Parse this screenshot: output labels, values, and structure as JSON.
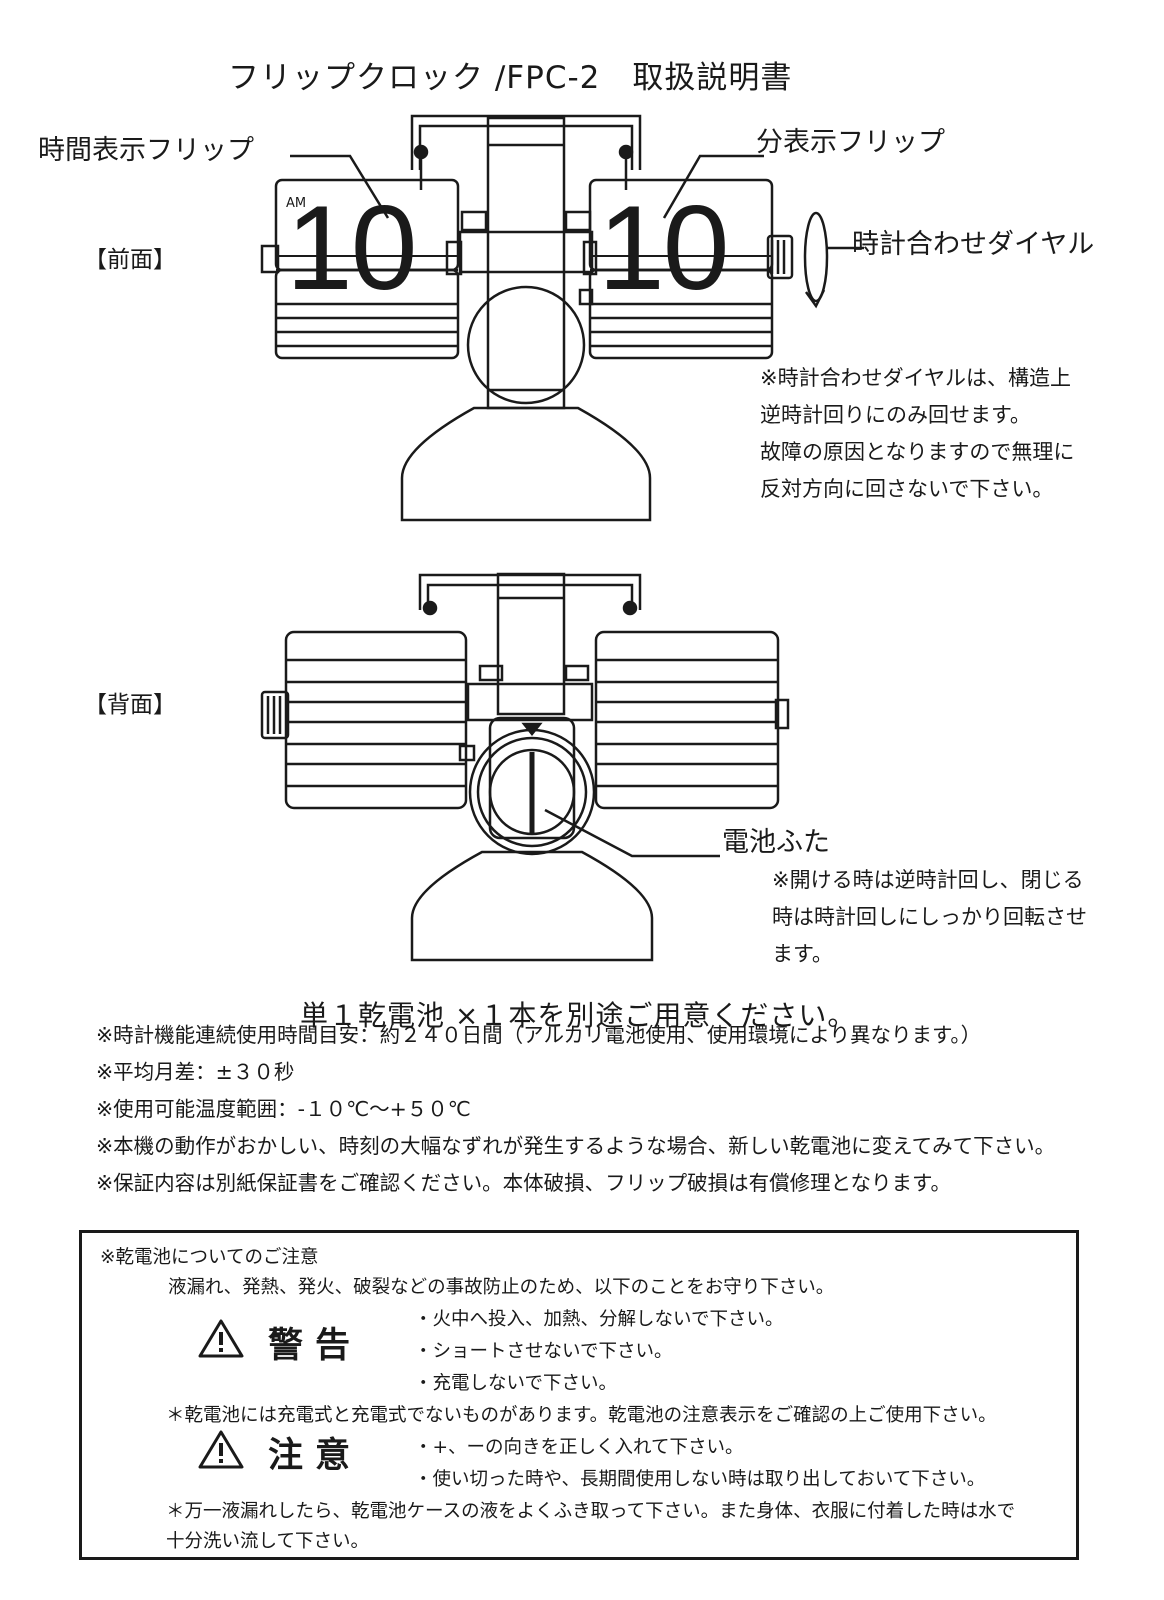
{
  "title": "フリップクロック /FPC-2　取扱説明書",
  "front": {
    "section_label": "【前面】",
    "hour_flip_label": "時間表示フリップ",
    "minute_flip_label": "分表示フリップ",
    "dial_label": "時計合わせダイヤル",
    "am_text": "AM",
    "hour_digits": "10",
    "minute_digits": "10",
    "note_lines": [
      "※時計合わせダイヤルは、構造上",
      "逆時計回りにのみ回せます。",
      "故障の原因となりますので無理に",
      "反対方向に回さないで下さい。"
    ]
  },
  "back": {
    "section_label": "【背面】",
    "battery_cover_label": "電池ふた",
    "note_lines": [
      "※開ける時は逆時計回し、閉じる",
      "時は時計回しにしっかり回転させ",
      "ます。"
    ]
  },
  "battery_line": "単１乾電池 ×１本を別途ご用意ください。",
  "specs": [
    "※時計機能連続使用時間目安：約２４０日間（アルカリ電池使用、使用環境により異なります。）",
    "※平均月差：±３０秒",
    "※使用可能温度範囲：-１０℃～+５０℃",
    "※本機の動作がおかしい、時刻の大幅なずれが発生するような場合、新しい乾電池に変えてみて下さい。",
    "※保証内容は別紙保証書をご確認ください。本体破損、フリップ破損は有償修理となります。"
  ],
  "caution_box": {
    "heading": "※乾電池についてのご注意",
    "intro": "液漏れ、発熱、発火、破裂などの事故防止のため、以下のことをお守り下さい。",
    "warning_label": "警告",
    "warning_items": [
      "・火中へ投入、加熱、分解しないで下さい。",
      "・ショートさせないで下さい。",
      "・充電しないで下さい。"
    ],
    "warning_note": "＊乾電池には充電式と充電式でないものがあります。乾電池の注意表示をご確認の上ご使用下さい。",
    "caution_label": "注意",
    "caution_items": [
      "・+、ーの向きを正しく入れて下さい。",
      "・使い切った時や、長期間使用しない時は取り出しておいて下さい。"
    ],
    "footer_lines": [
      "＊万一液漏れしたら、乾電池ケースの液をよくふき取って下さい。また身体、衣服に付着した時は水で",
      "十分洗い流して下さい。"
    ]
  }
}
